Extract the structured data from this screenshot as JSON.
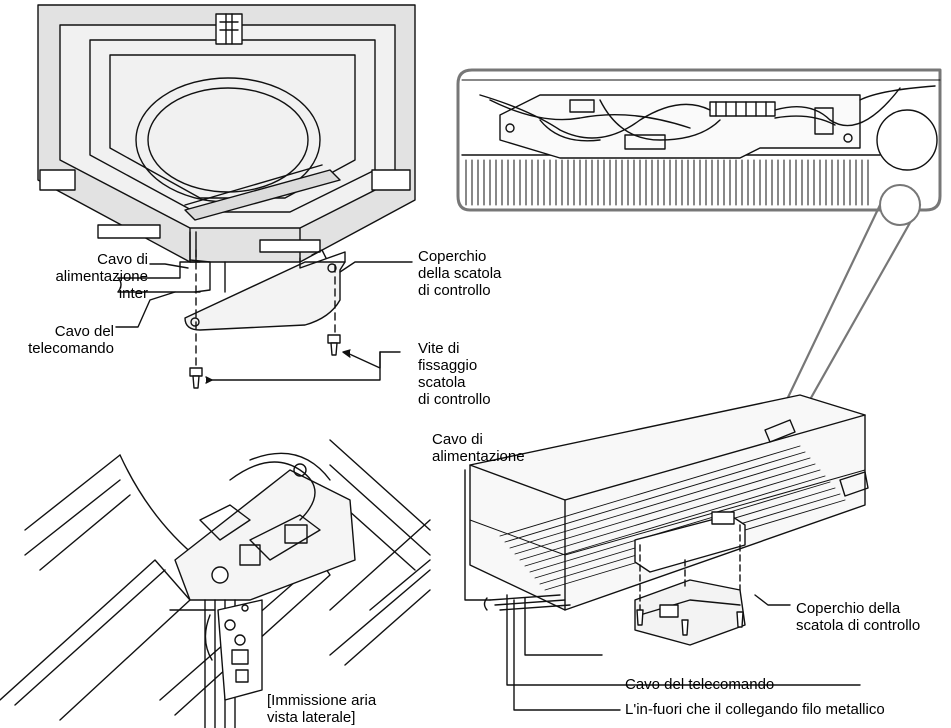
{
  "labels": {
    "power_cable_inter_line1": "Cavo di",
    "power_cable_inter_line2": "alimentazione",
    "power_cable_inter_line3": "inter",
    "remote_cable_top_line1": "Cavo del",
    "remote_cable_top_line2": "telecomando",
    "cover_top_line1": "Coperchio",
    "cover_top_line2": "della scatola",
    "cover_top_line3": "di controllo",
    "screw_line1": "Vite di",
    "screw_line2": "fissaggio",
    "screw_line3": "scatola",
    "screw_line4": "di controllo",
    "power_cable_right_line1": "Cavo di",
    "power_cable_right_line2": "alimentazione",
    "cover_right_line1": "Coperchio della",
    "cover_right_line2": "scatola di controllo",
    "remote_cable_bottom": "Cavo del telecomando",
    "wire_note": "L'in-fuori che il collegando filo metallico",
    "side_view_line1": "[Immissione aria",
    "side_view_line2": "vista laterale]"
  }
}
